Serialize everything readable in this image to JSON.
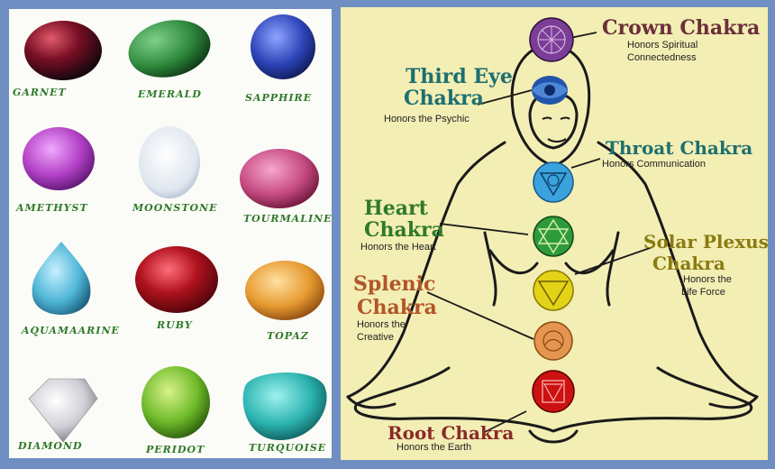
{
  "gemstones": [
    {
      "name": "GARNET",
      "color": "#8a1020"
    },
    {
      "name": "EMERALD",
      "color": "#2e8a3c"
    },
    {
      "name": "SAPPHIRE",
      "color": "#2c44b8"
    },
    {
      "name": "AMETHYST",
      "color": "#b13fc4"
    },
    {
      "name": "MOONSTONE",
      "color": "#dfe6ef"
    },
    {
      "name": "TOURMALINE",
      "color": "#c64a82"
    },
    {
      "name": "AQUAMAARINE",
      "color": "#4fb6d6"
    },
    {
      "name": "RUBY",
      "color": "#b0121e"
    },
    {
      "name": "TOPAZ",
      "color": "#e69a30"
    },
    {
      "name": "DIAMOND",
      "color": "#d9d9dc"
    },
    {
      "name": "PERIDOT",
      "color": "#6fbb2a"
    },
    {
      "name": "TURQUOISE",
      "color": "#2bb3b0"
    }
  ],
  "chakras": {
    "crown": {
      "title": "Crown Chakra",
      "subtitle": [
        "Honors Spiritual",
        "Connectedness"
      ],
      "color": "#7b3d96"
    },
    "third_eye": {
      "title": [
        "Third Eye",
        "Chakra"
      ],
      "subtitle": [
        "Honors the Psychic"
      ],
      "color": "#2255aa"
    },
    "throat": {
      "title": "Throat Chakra",
      "subtitle": [
        "Honors Communication"
      ],
      "color": "#3aa2dd"
    },
    "heart": {
      "title": [
        "Heart",
        "Chakra"
      ],
      "subtitle": [
        "Honors the Heart"
      ],
      "color": "#2f9a3a"
    },
    "solar_plexus": {
      "title": [
        "Solar Plexus",
        "Chakra"
      ],
      "subtitle": [
        "Honors the",
        "Life Force"
      ],
      "color": "#e3d318"
    },
    "splenic": {
      "title": [
        "Splenic",
        "Chakra"
      ],
      "subtitle": [
        "Honors the",
        "Creative"
      ],
      "color": "#e49550"
    },
    "root": {
      "title": "Root Chakra",
      "subtitle": [
        "Honors the Earth"
      ],
      "color": "#cc1111"
    }
  },
  "title_colors": {
    "crown": "#6b2f3a",
    "third_eye": "#1d6f6f",
    "throat": "#1d6f6f",
    "heart": "#2f7a2a",
    "solar_plexus": "#8a7a10",
    "splenic": "#b2552a",
    "root": "#8a2a2a"
  }
}
